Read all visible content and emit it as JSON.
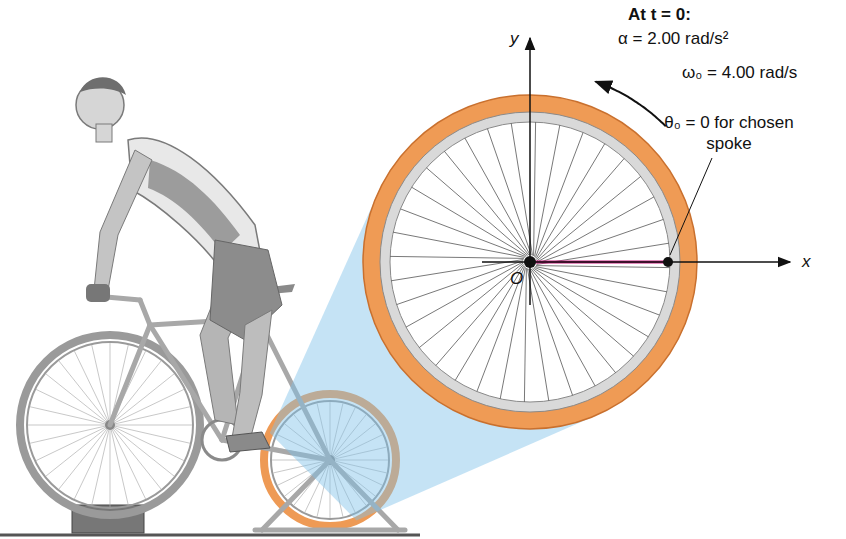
{
  "diagram": {
    "labels": [
      "At t = 0:",
      "α = 2.00 rad/s²",
      "ω₀ = 4.00 rad/s",
      "θ₀ = 0 for chosen spoke",
      "y",
      "x",
      "O"
    ]
  }
}
